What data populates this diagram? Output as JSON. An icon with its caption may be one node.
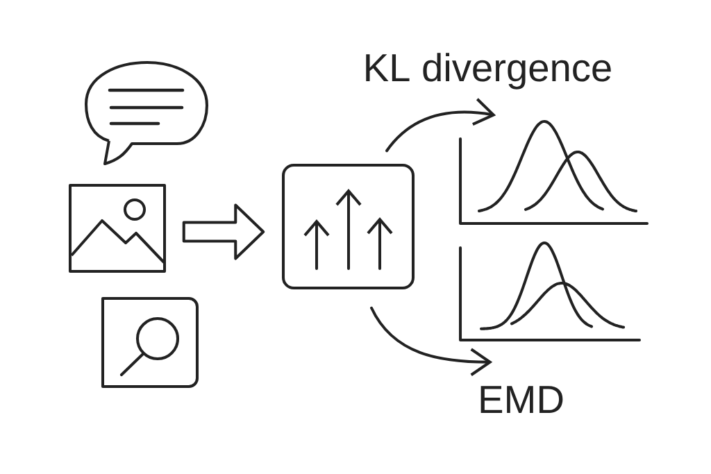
{
  "diagram": {
    "nodes": [
      {
        "text": [],
        "shape": "picture"
      },
      {
        "text": [],
        "shape": "picture"
      },
      {
        "text": [],
        "shape": "picture"
      },
      {
        "text": [],
        "shape": "picture"
      },
      {
        "text": [],
        "shape": "picture"
      },
      {
        "text": [],
        "shape": "picture"
      }
    ],
    "edges": [
      {
        "from": 1,
        "to": 3,
        "arrow": "to",
        "style": "thick"
      },
      {
        "from": 3,
        "to": 4,
        "arrow": "to",
        "label": "KL divergence"
      },
      {
        "from": 3,
        "to": 5,
        "arrow": "to",
        "label": "EMD"
      }
    ]
  }
}
